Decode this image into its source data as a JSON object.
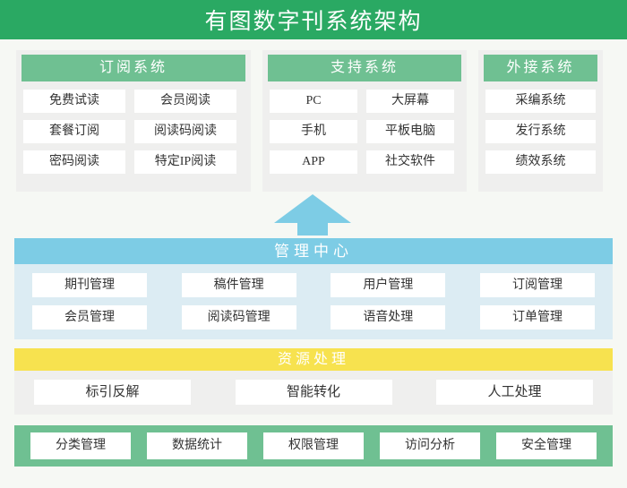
{
  "header": {
    "title": "有图数字刊系统架构",
    "bg_color": "#2aa963"
  },
  "top_sections": [
    {
      "title": "订阅系统",
      "items": [
        "免费试读",
        "会员阅读",
        "套餐订阅",
        "阅读码阅读",
        "密码阅读",
        "特定IP阅读"
      ]
    },
    {
      "title": "支持系统",
      "items": [
        "PC",
        "大屏幕",
        "手机",
        "平板电脑",
        "APP",
        "社交软件"
      ]
    },
    {
      "title": "外接系统",
      "items": [
        "采编系统",
        "发行系统",
        "绩效系统"
      ]
    }
  ],
  "arrow": {
    "direction": "up",
    "color": "#7dcce5"
  },
  "management_center": {
    "title": "管理中心",
    "bg_color": "#7dcce5",
    "items": [
      "期刊管理",
      "稿件管理",
      "用户管理",
      "订阅管理",
      "会员管理",
      "阅读码管理",
      "语音处理",
      "订单管理"
    ]
  },
  "resource_processing": {
    "title": "资源处理",
    "bg_color": "#f7e24f",
    "items": [
      "标引反解",
      "智能转化",
      "人工处理"
    ]
  },
  "bottom_bar": {
    "bg_color": "#6fc092",
    "items": [
      "分类管理",
      "数据统计",
      "权限管理",
      "访问分析",
      "安全管理"
    ]
  }
}
